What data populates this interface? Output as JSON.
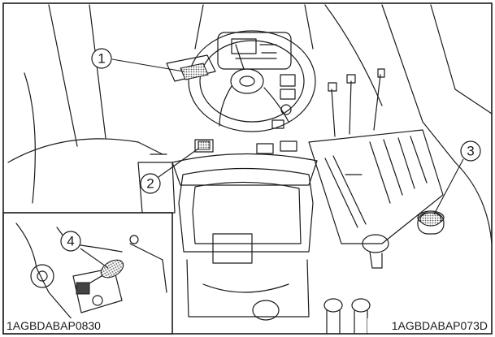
{
  "callouts": {
    "c1": "1",
    "c2": "2",
    "c3": "3",
    "c4": "4"
  },
  "codes": {
    "main": "1AGBDABAP073D",
    "inset": "1AGBDABAP0830"
  },
  "colors": {
    "ink": "#1a1a1a",
    "pointer_fill": "#d9d9d9"
  }
}
